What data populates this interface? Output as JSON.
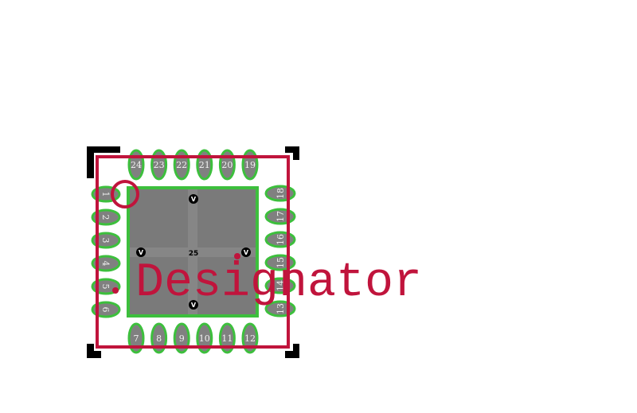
{
  "colors": {
    "background": "#ffffff",
    "silkscreen": "#c0143c",
    "pad_outline": "#3dbf3d",
    "pad_fill": "#808080",
    "courtyard": "#000000",
    "via_fill": "#000000"
  },
  "footprint": {
    "designator": "Designator",
    "pins_left": [
      "1",
      "2",
      "3",
      "4",
      "5",
      "6"
    ],
    "pins_bottom": [
      "7",
      "8",
      "9",
      "10",
      "11",
      "12"
    ],
    "pins_right": [
      "13",
      "14",
      "15",
      "16",
      "17",
      "18"
    ],
    "pins_top": [
      "19",
      "20",
      "21",
      "22",
      "23",
      "24"
    ],
    "thermal_pad": "25",
    "via_marks": [
      "V",
      "V",
      "V",
      "V"
    ]
  }
}
